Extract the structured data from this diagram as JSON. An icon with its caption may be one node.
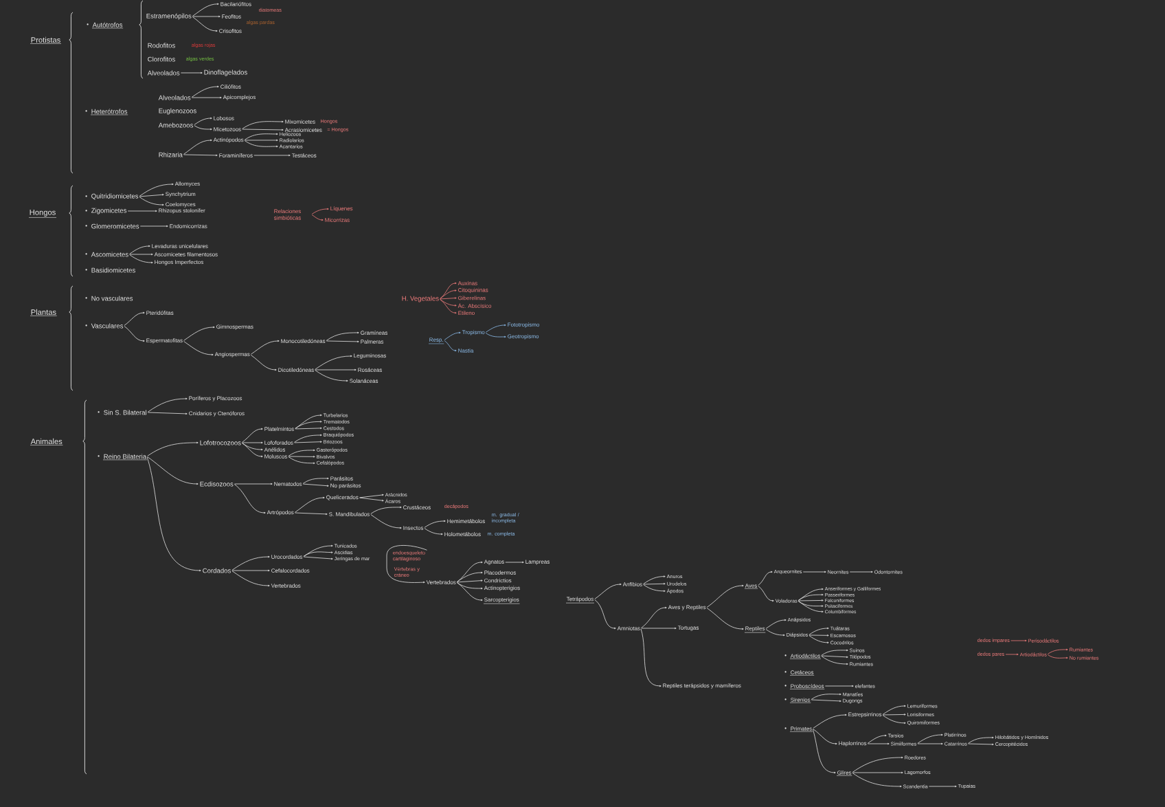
{
  "diagram": {
    "nodes": [
      {
        "text": [
          "Protistas"
        ]
      },
      {
        "text": [
          "Autótrofos"
        ]
      },
      {
        "text": [
          "Estramenópilos"
        ]
      },
      {
        "text": [
          "Bacilariófitos"
        ],
        "beside": [
          "diatomeas"
        ]
      },
      {
        "text": [
          "Feofitos"
        ],
        "beside": [
          "algas pardas"
        ]
      },
      {
        "text": [
          "Crisofitos"
        ]
      },
      {
        "text": [
          "Rodofitos"
        ],
        "beside": [
          "algas rojas"
        ]
      },
      {
        "text": [
          "Clorofitos"
        ],
        "beside": [
          "algas verdes"
        ]
      },
      {
        "text": [
          "Alveolados"
        ]
      },
      {
        "text": [
          "Dinoflagelados"
        ]
      },
      {
        "text": [
          "Heterótrofos"
        ]
      },
      {
        "text": [
          "Alveolados"
        ]
      },
      {
        "text": [
          "Ciliófitos"
        ]
      },
      {
        "text": [
          "Apicomplejos"
        ]
      },
      {
        "text": [
          "Euglenozoos"
        ]
      },
      {
        "text": [
          "Amebozoos"
        ]
      },
      {
        "text": [
          "Lobosos"
        ]
      },
      {
        "text": [
          "Micetozoos"
        ]
      },
      {
        "text": [
          "Mixomicetes"
        ],
        "beside": [
          "Hongos"
        ]
      },
      {
        "text": [
          "Acrasiomicetes"
        ],
        "beside": [
          "= Hongos"
        ]
      },
      {
        "text": [
          "Rhizaria"
        ]
      },
      {
        "text": [
          "Actinópodos"
        ]
      },
      {
        "text": [
          "Heliozoos"
        ]
      },
      {
        "text": [
          "Radiolarios"
        ]
      },
      {
        "text": [
          "Acantarios"
        ]
      },
      {
        "text": [
          "Foraminíferos"
        ]
      },
      {
        "text": [
          "Testáceos"
        ]
      },
      {
        "text": [
          "Hongos"
        ]
      },
      {
        "text": [
          "Quitridiomicetes"
        ]
      },
      {
        "text": [
          "Allomyces"
        ]
      },
      {
        "text": [
          "Synchytrium"
        ]
      },
      {
        "text": [
          "Coelomyces"
        ]
      },
      {
        "text": [
          "Zigomicetes"
        ]
      },
      {
        "text": [
          "Rhizopus stolonifer"
        ]
      },
      {
        "text": [
          "Glomeromicetes"
        ]
      },
      {
        "text": [
          "Endomicorrizas"
        ]
      },
      {
        "text": [
          "Ascomicetes"
        ]
      },
      {
        "text": [
          "Levaduras unicelulares"
        ]
      },
      {
        "text": [
          "Ascomicetes filamentosos"
        ]
      },
      {
        "text": [
          "Hongos Imperfectos"
        ]
      },
      {
        "text": [
          "Basidiomicetes"
        ]
      },
      {
        "text": [
          "Relaciones simbióticas"
        ]
      },
      {
        "text": [
          "Líquenes"
        ]
      },
      {
        "text": [
          "Micorrizas"
        ]
      },
      {
        "text": [
          "Plantas"
        ]
      },
      {
        "text": [
          "No vasculares"
        ]
      },
      {
        "text": [
          "Vasculares"
        ]
      },
      {
        "text": [
          "Pteridófitas"
        ]
      },
      {
        "text": [
          "Espermatofitas"
        ]
      },
      {
        "text": [
          "Gimnospermas"
        ]
      },
      {
        "text": [
          "Angiospermas"
        ]
      },
      {
        "text": [
          "Monocotiledóneas"
        ]
      },
      {
        "text": [
          "Gramíneas"
        ]
      },
      {
        "text": [
          "Palmeras"
        ]
      },
      {
        "text": [
          "Dicotiledóneas"
        ]
      },
      {
        "text": [
          "Leguminosas"
        ]
      },
      {
        "text": [
          "Rosáceas"
        ]
      },
      {
        "text": [
          "Solanáceas"
        ]
      },
      {
        "text": [
          "H. Vegetales"
        ]
      },
      {
        "text": [
          "Auxinas"
        ]
      },
      {
        "text": [
          "Citoquininas"
        ]
      },
      {
        "text": [
          "Giberelinas"
        ]
      },
      {
        "text": [
          "Ác. Abscísico"
        ]
      },
      {
        "text": [
          "Etileno"
        ]
      },
      {
        "text": [
          "Resp."
        ]
      },
      {
        "text": [
          "Tropismo"
        ]
      },
      {
        "text": [
          "Fototropismo"
        ]
      },
      {
        "text": [
          "Geotropismo"
        ]
      },
      {
        "text": [
          "Nastia"
        ]
      },
      {
        "text": [
          "Animales"
        ]
      },
      {
        "text": [
          "Sin S. Bilateral"
        ]
      },
      {
        "text": [
          "Poríferos y Placozoos"
        ]
      },
      {
        "text": [
          "Cnidarios y Ctenóforos"
        ]
      },
      {
        "text": [
          "Reino Bilateria"
        ]
      },
      {
        "text": [
          "Lofotrocozoos"
        ]
      },
      {
        "text": [
          "Platelmintos"
        ]
      },
      {
        "text": [
          "Turbelarios"
        ]
      },
      {
        "text": [
          "Trematodos"
        ]
      },
      {
        "text": [
          "Cestodos"
        ]
      },
      {
        "text": [
          "Lofoforados"
        ]
      },
      {
        "text": [
          "Braquiópodos"
        ]
      },
      {
        "text": [
          "Briozoos"
        ]
      },
      {
        "text": [
          "Anélidos"
        ]
      },
      {
        "text": [
          "Moluscos"
        ]
      },
      {
        "text": [
          "Gasterópodos"
        ]
      },
      {
        "text": [
          "Bivalvos"
        ]
      },
      {
        "text": [
          "Cefalópodos"
        ]
      },
      {
        "text": [
          "Ecdisozoos"
        ]
      },
      {
        "text": [
          "Nematodos"
        ]
      },
      {
        "text": [
          "Parásitos"
        ]
      },
      {
        "text": [
          "No parásitos"
        ]
      },
      {
        "text": [
          "Artrópodos"
        ]
      },
      {
        "text": [
          "Quelicerados"
        ]
      },
      {
        "text": [
          "Arácnidos"
        ]
      },
      {
        "text": [
          "Ácaros"
        ]
      },
      {
        "text": [
          "S. Mandibulados"
        ]
      },
      {
        "text": [
          "Crustáceos"
        ],
        "beside": [
          "decápodos"
        ]
      },
      {
        "text": [
          "Insectos"
        ]
      },
      {
        "text": [
          "Hemimetábolos"
        ],
        "beside": [
          "m. gradual / incompleta"
        ]
      },
      {
        "text": [
          "Holometábolos"
        ],
        "beside": [
          "m. completa"
        ]
      },
      {
        "text": [
          "Cordados"
        ]
      },
      {
        "text": [
          "Urocordados"
        ]
      },
      {
        "text": [
          "Tunicados"
        ]
      },
      {
        "text": [
          "Ascidias"
        ]
      },
      {
        "text": [
          "Jeringas de mar"
        ]
      },
      {
        "text": [
          "Cefalocordados"
        ]
      },
      {
        "text": [
          "Vertebrados"
        ]
      },
      {
        "text": [
          "endoesqueleto cartilaginoso"
        ]
      },
      {
        "text": [
          "Vértebras y cráneo"
        ]
      },
      {
        "text": [
          "Vertebrados"
        ]
      },
      {
        "text": [
          "Agnatos"
        ]
      },
      {
        "text": [
          "Lampreas"
        ]
      },
      {
        "text": [
          "Placodermos"
        ]
      },
      {
        "text": [
          "Condrictios"
        ]
      },
      {
        "text": [
          "Actinopterigios"
        ]
      },
      {
        "text": [
          "Sarcopterigios"
        ]
      },
      {
        "text": [
          "Tetrápodos"
        ]
      },
      {
        "text": [
          "Anfibios"
        ]
      },
      {
        "text": [
          "Anuros"
        ]
      },
      {
        "text": [
          "Urodelos"
        ]
      },
      {
        "text": [
          "Ápodos"
        ]
      },
      {
        "text": [
          "Amniotas"
        ]
      },
      {
        "text": [
          "Aves y Reptiles"
        ]
      },
      {
        "text": [
          "Aves"
        ]
      },
      {
        "text": [
          "Arqueornites"
        ]
      },
      {
        "text": [
          "Neornites"
        ]
      },
      {
        "text": [
          "Odontornites"
        ]
      },
      {
        "text": [
          "Voladoras"
        ]
      },
      {
        "text": [
          "Anseriformes y Galliformes"
        ]
      },
      {
        "text": [
          "Passeriformes"
        ]
      },
      {
        "text": [
          "Falconiformes"
        ]
      },
      {
        "text": [
          "Psitaciformes"
        ]
      },
      {
        "text": [
          "Columbiformes"
        ]
      },
      {
        "text": [
          "Reptiles"
        ]
      },
      {
        "text": [
          "Anápsidos"
        ]
      },
      {
        "text": [
          "Diápsidos"
        ]
      },
      {
        "text": [
          "Tuátaras"
        ]
      },
      {
        "text": [
          "Escamosos"
        ]
      },
      {
        "text": [
          "Cocodrilos"
        ]
      },
      {
        "text": [
          "Tortugas"
        ]
      },
      {
        "text": [
          "Reptiles terápsidos y mamíferos"
        ]
      },
      {
        "text": [
          "Artiodáctilos"
        ]
      },
      {
        "text": [
          "Suinos"
        ]
      },
      {
        "text": [
          "Tilópodos"
        ]
      },
      {
        "text": [
          "Rumiantes"
        ]
      },
      {
        "text": [
          "Cetáceos"
        ]
      },
      {
        "text": [
          "Proboscídeos"
        ]
      },
      {
        "text": [
          "elefantes"
        ]
      },
      {
        "text": [
          "Sirenios"
        ]
      },
      {
        "text": [
          "Manatíes"
        ]
      },
      {
        "text": [
          "Dugongs"
        ]
      },
      {
        "text": [
          "Primates"
        ]
      },
      {
        "text": [
          "Estrepsirrinos"
        ]
      },
      {
        "text": [
          "Lemuriformes"
        ]
      },
      {
        "text": [
          "Lorisiformes"
        ]
      },
      {
        "text": [
          "Quiromiformes"
        ]
      },
      {
        "text": [
          "Haplorrinos"
        ]
      },
      {
        "text": [
          "Tarsios"
        ]
      },
      {
        "text": [
          "Simiiformes"
        ]
      },
      {
        "text": [
          "Platirrinos"
        ]
      },
      {
        "text": [
          "Catarrinos"
        ]
      },
      {
        "text": [
          "Hilobátidos y Homínidos"
        ]
      },
      {
        "text": [
          "Cercopitécidos"
        ]
      },
      {
        "text": [
          "Glires"
        ]
      },
      {
        "text": [
          "Roedores"
        ]
      },
      {
        "text": [
          "Lagomorfos"
        ]
      },
      {
        "text": [
          "Scandentia"
        ]
      },
      {
        "text": [
          "Tupaias"
        ]
      },
      {
        "text": [
          "dedos impares"
        ]
      },
      {
        "text": [
          "Perisodáctilos"
        ]
      },
      {
        "text": [
          "dedos pares"
        ]
      },
      {
        "text": [
          "Artiodáctilos"
        ]
      },
      {
        "text": [
          "Rumiantes"
        ]
      },
      {
        "text": [
          "No rumiantes"
        ]
      }
    ],
    "edges": [
      {
        "from": 2,
        "to": 3,
        "arrow": "to"
      },
      {
        "from": 2,
        "to": 4,
        "arrow": "to"
      },
      {
        "from": 2,
        "to": 5,
        "arrow": "to"
      },
      {
        "from": 8,
        "to": 9,
        "arrow": "to"
      },
      {
        "from": 11,
        "to": 12,
        "arrow": "to"
      },
      {
        "from": 11,
        "to": 13,
        "arrow": "to"
      },
      {
        "from": 15,
        "to": 16,
        "arrow": "to"
      },
      {
        "from": 15,
        "to": 17,
        "arrow": "to"
      },
      {
        "from": 17,
        "to": 18,
        "arrow": "to"
      },
      {
        "from": 17,
        "to": 19,
        "arrow": "to"
      },
      {
        "from": 20,
        "to": 21,
        "arrow": "to"
      },
      {
        "from": 20,
        "to": 25,
        "arrow": "to"
      },
      {
        "from": 21,
        "to": 22,
        "arrow": "to"
      },
      {
        "from": 21,
        "to": 23,
        "arrow": "to"
      },
      {
        "from": 21,
        "to": 24,
        "arrow": "to"
      },
      {
        "from": 25,
        "to": 26,
        "arrow": "to"
      },
      {
        "from": 28,
        "to": 29,
        "arrow": "to"
      },
      {
        "from": 28,
        "to": 30,
        "arrow": "to"
      },
      {
        "from": 28,
        "to": 31,
        "arrow": "to"
      },
      {
        "from": 32,
        "to": 33,
        "arrow": "to"
      },
      {
        "from": 34,
        "to": 35,
        "arrow": "to"
      },
      {
        "from": 36,
        "to": 37,
        "arrow": "to"
      },
      {
        "from": 36,
        "to": 38,
        "arrow": "to"
      },
      {
        "from": 36,
        "to": 39,
        "arrow": "to"
      },
      {
        "from": 41,
        "to": 42,
        "arrow": "to",
        "color": "#f07c7c"
      },
      {
        "from": 41,
        "to": 43,
        "arrow": "to",
        "color": "#f07c7c"
      },
      {
        "from": 46,
        "to": 47,
        "arrow": "to"
      },
      {
        "from": 46,
        "to": 48,
        "arrow": "to"
      },
      {
        "from": 48,
        "to": 49,
        "arrow": "to"
      },
      {
        "from": 48,
        "to": 50,
        "arrow": "to"
      },
      {
        "from": 50,
        "to": 51,
        "arrow": "to"
      },
      {
        "from": 50,
        "to": 54,
        "arrow": "to"
      },
      {
        "from": 51,
        "to": 52,
        "arrow": "to"
      },
      {
        "from": 51,
        "to": 53,
        "arrow": "to"
      },
      {
        "from": 54,
        "to": 55,
        "arrow": "to"
      },
      {
        "from": 54,
        "to": 56,
        "arrow": "to"
      },
      {
        "from": 54,
        "to": 57,
        "arrow": "to"
      },
      {
        "from": 58,
        "to": 59,
        "arrow": "to",
        "color": "#f07c7c"
      },
      {
        "from": 58,
        "to": 60,
        "arrow": "to",
        "color": "#f07c7c"
      },
      {
        "from": 58,
        "to": 61,
        "arrow": "to",
        "color": "#f07c7c"
      },
      {
        "from": 58,
        "to": 62,
        "arrow": "to",
        "color": "#f07c7c"
      },
      {
        "from": 58,
        "to": 63,
        "arrow": "to",
        "color": "#f07c7c"
      },
      {
        "from": 64,
        "to": 65,
        "arrow": "to",
        "color": "#8dbdeb"
      },
      {
        "from": 64,
        "to": 68,
        "arrow": "to",
        "color": "#8dbdeb"
      },
      {
        "from": 65,
        "to": 66,
        "arrow": "to",
        "color": "#8dbdeb"
      },
      {
        "from": 65,
        "to": 67,
        "arrow": "to",
        "color": "#8dbdeb"
      },
      {
        "from": 70,
        "to": 71,
        "arrow": "to"
      },
      {
        "from": 70,
        "to": 72,
        "arrow": "to"
      },
      {
        "from": 73,
        "to": 74,
        "arrow": "to"
      },
      {
        "from": 73,
        "to": 87,
        "arrow": "to"
      },
      {
        "from": 73,
        "to": 100,
        "arrow": "to"
      },
      {
        "from": 74,
        "to": 75,
        "arrow": "to"
      },
      {
        "from": 74,
        "to": 79,
        "arrow": "to"
      },
      {
        "from": 74,
        "to": 82,
        "arrow": "to"
      },
      {
        "from": 74,
        "to": 83,
        "arrow": "to"
      },
      {
        "from": 75,
        "to": 76,
        "arrow": "to"
      },
      {
        "from": 75,
        "to": 77,
        "arrow": "to"
      },
      {
        "from": 75,
        "to": 78,
        "arrow": "to"
      },
      {
        "from": 79,
        "to": 80,
        "arrow": "to"
      },
      {
        "from": 79,
        "to": 81,
        "arrow": "to"
      },
      {
        "from": 83,
        "to": 84,
        "arrow": "to"
      },
      {
        "from": 83,
        "to": 85,
        "arrow": "to"
      },
      {
        "from": 83,
        "to": 86,
        "arrow": "to"
      },
      {
        "from": 87,
        "to": 88,
        "arrow": "to"
      },
      {
        "from": 87,
        "to": 91,
        "arrow": "to"
      },
      {
        "from": 88,
        "to": 89,
        "arrow": "to"
      },
      {
        "from": 88,
        "to": 90,
        "arrow": "to"
      },
      {
        "from": 91,
        "to": 92,
        "arrow": "to"
      },
      {
        "from": 91,
        "to": 95,
        "arrow": "to"
      },
      {
        "from": 92,
        "to": 93,
        "arrow": "to"
      },
      {
        "from": 92,
        "to": 94,
        "arrow": "to"
      },
      {
        "from": 95,
        "to": 96,
        "arrow": "to"
      },
      {
        "from": 95,
        "to": 97,
        "arrow": "to"
      },
      {
        "from": 97,
        "to": 98,
        "arrow": "to"
      },
      {
        "from": 97,
        "to": 99,
        "arrow": "to"
      },
      {
        "from": 100,
        "to": 101,
        "arrow": "to"
      },
      {
        "from": 100,
        "to": 105,
        "arrow": "to"
      },
      {
        "from": 100,
        "to": 106,
        "arrow": "to"
      },
      {
        "from": 101,
        "to": 102,
        "arrow": "to"
      },
      {
        "from": 101,
        "to": 103,
        "arrow": "to"
      },
      {
        "from": 101,
        "to": 104,
        "arrow": "to"
      },
      {
        "from": 107,
        "to": 109,
        "arrow": "to"
      },
      {
        "from": 109,
        "to": 110,
        "arrow": "to"
      },
      {
        "from": 109,
        "to": 112,
        "arrow": "to"
      },
      {
        "from": 109,
        "to": 113,
        "arrow": "to"
      },
      {
        "from": 109,
        "to": 114,
        "arrow": "to"
      },
      {
        "from": 109,
        "to": 115,
        "arrow": "to"
      },
      {
        "from": 110,
        "to": 111,
        "arrow": "to"
      },
      {
        "from": 116,
        "to": 117,
        "arrow": "to"
      },
      {
        "from": 116,
        "to": 121,
        "arrow": "to"
      },
      {
        "from": 117,
        "to": 118,
        "arrow": "to"
      },
      {
        "from": 117,
        "to": 119,
        "arrow": "to"
      },
      {
        "from": 117,
        "to": 120,
        "arrow": "to"
      },
      {
        "from": 121,
        "to": 122,
        "arrow": "to"
      },
      {
        "from": 121,
        "to": 139,
        "arrow": "to"
      },
      {
        "from": 121,
        "to": 140,
        "arrow": "to"
      },
      {
        "from": 122,
        "to": 123,
        "arrow": "to"
      },
      {
        "from": 122,
        "to": 133,
        "arrow": "to"
      },
      {
        "from": 123,
        "to": 124,
        "arrow": "to"
      },
      {
        "from": 124,
        "to": 125,
        "arrow": "to"
      },
      {
        "from": 125,
        "to": 126,
        "arrow": "to"
      },
      {
        "from": 123,
        "to": 127,
        "arrow": "to"
      },
      {
        "from": 127,
        "to": 128,
        "arrow": "to"
      },
      {
        "from": 127,
        "to": 129,
        "arrow": "to"
      },
      {
        "from": 127,
        "to": 130,
        "arrow": "to"
      },
      {
        "from": 127,
        "to": 131,
        "arrow": "to"
      },
      {
        "from": 127,
        "to": 132,
        "arrow": "to"
      },
      {
        "from": 133,
        "to": 134,
        "arrow": "to"
      },
      {
        "from": 133,
        "to": 135,
        "arrow": "to"
      },
      {
        "from": 135,
        "to": 136,
        "arrow": "to"
      },
      {
        "from": 135,
        "to": 137,
        "arrow": "to"
      },
      {
        "from": 135,
        "to": 138,
        "arrow": "to"
      },
      {
        "from": 141,
        "to": 142,
        "arrow": "to"
      },
      {
        "from": 141,
        "to": 143,
        "arrow": "to"
      },
      {
        "from": 141,
        "to": 144,
        "arrow": "to"
      },
      {
        "from": 146,
        "to": 147,
        "arrow": "to"
      },
      {
        "from": 148,
        "to": 149,
        "arrow": "to"
      },
      {
        "from": 148,
        "to": 150,
        "arrow": "to"
      },
      {
        "from": 151,
        "to": 152,
        "arrow": "to"
      },
      {
        "from": 151,
        "to": 156,
        "arrow": "to"
      },
      {
        "from": 151,
        "to": 163,
        "arrow": "to"
      },
      {
        "from": 152,
        "to": 153,
        "arrow": "to"
      },
      {
        "from": 152,
        "to": 154,
        "arrow": "to"
      },
      {
        "from": 152,
        "to": 155,
        "arrow": "to"
      },
      {
        "from": 156,
        "to": 157,
        "arrow": "to"
      },
      {
        "from": 156,
        "to": 158,
        "arrow": "to"
      },
      {
        "from": 158,
        "to": 159,
        "arrow": "to"
      },
      {
        "from": 158,
        "to": 160,
        "arrow": "to"
      },
      {
        "from": 160,
        "to": 161,
        "arrow": "to"
      },
      {
        "from": 160,
        "to": 162,
        "arrow": "to"
      },
      {
        "from": 163,
        "to": 164,
        "arrow": "to"
      },
      {
        "from": 163,
        "to": 165,
        "arrow": "to"
      },
      {
        "from": 163,
        "to": 166,
        "arrow": "to"
      },
      {
        "from": 166,
        "to": 167,
        "arrow": "to"
      },
      {
        "from": 168,
        "to": 169,
        "arrow": "to",
        "color": "#f07c7c"
      },
      {
        "from": 170,
        "to": 171,
        "arrow": "to",
        "color": "#f07c7c"
      },
      {
        "from": 171,
        "to": 172,
        "arrow": "to",
        "color": "#f07c7c"
      },
      {
        "from": 171,
        "to": 173,
        "arrow": "to",
        "color": "#f07c7c"
      }
    ]
  }
}
